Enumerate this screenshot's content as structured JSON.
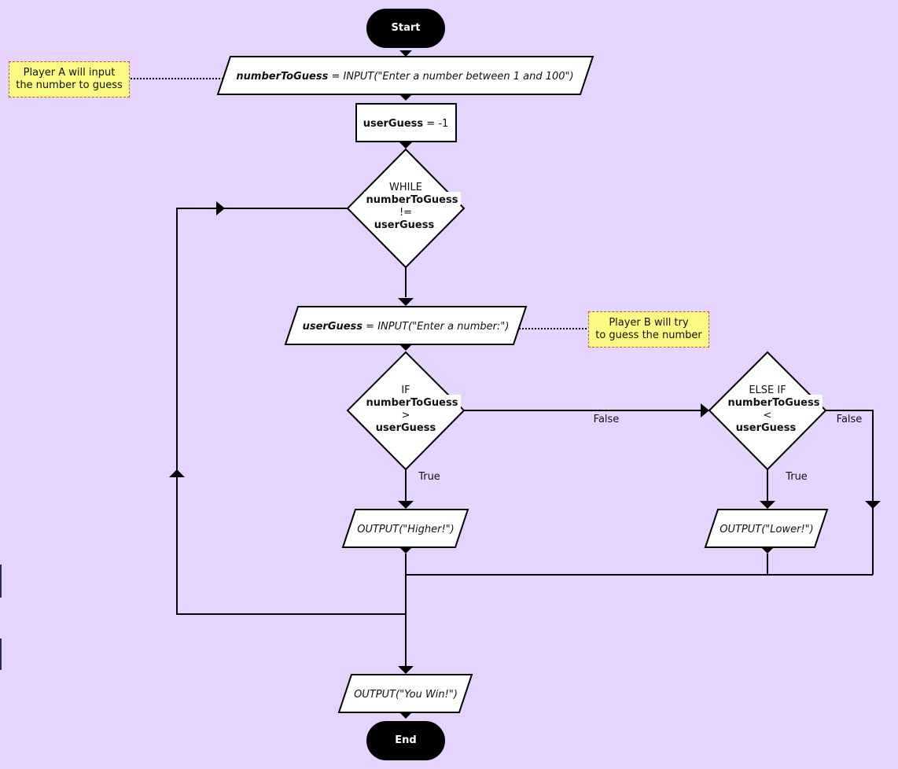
{
  "colors": {
    "background": "#e4d4fe",
    "terminal": "#000000",
    "shape_fill": "#ffffff",
    "stroke": "#000000",
    "note_fill": "#fafa82",
    "note_border": "#d84a4a"
  },
  "start": {
    "label": "Start"
  },
  "end": {
    "label": "End"
  },
  "input_number": {
    "var": "numberToGuess",
    "rest": " = INPUT(\"Enter a number between 1 and 100\")"
  },
  "init_guess": {
    "var": "userGuess",
    "rest": " = -1"
  },
  "while_cond": {
    "keyword": "WHILE",
    "left": "numberToGuess",
    "op": "!=",
    "right": "userGuess"
  },
  "input_guess": {
    "var": "userGuess",
    "rest": " = INPUT(\"Enter a number:\")"
  },
  "if_cond": {
    "keyword": "IF",
    "left": "numberToGuess",
    "op": ">",
    "right": "userGuess"
  },
  "elseif_cond": {
    "keyword": "ELSE IF",
    "left": "numberToGuess",
    "op": "<",
    "right": "userGuess"
  },
  "output_higher": {
    "text": "OUTPUT(\"Higher!\")"
  },
  "output_lower": {
    "text": "OUTPUT(\"Lower!\")"
  },
  "output_win": {
    "text": "OUTPUT(\"You Win!\")"
  },
  "labels": {
    "if_false": "False",
    "if_true": "True",
    "elseif_false": "False",
    "elseif_true": "True"
  },
  "notes": {
    "player_a": {
      "line1": "Player A will input",
      "line2": "the number to guess"
    },
    "player_b": {
      "line1": "Player B will try",
      "line2": "to guess the number"
    }
  }
}
